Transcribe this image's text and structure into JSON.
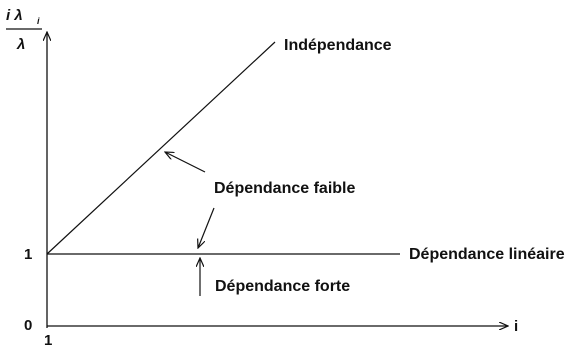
{
  "diagram": {
    "y_axis_label": {
      "numerator": "i λ",
      "subscript": "i",
      "denominator": "λ"
    },
    "x_axis_label": "i",
    "origin_label": "0",
    "x_one_label": "1",
    "y_one_label": "1",
    "line_labels": {
      "independence": "Indépendance",
      "weak": "Dépendance faible",
      "linear": "Dépendance linéaire",
      "strong": "Dépendance forte"
    }
  }
}
